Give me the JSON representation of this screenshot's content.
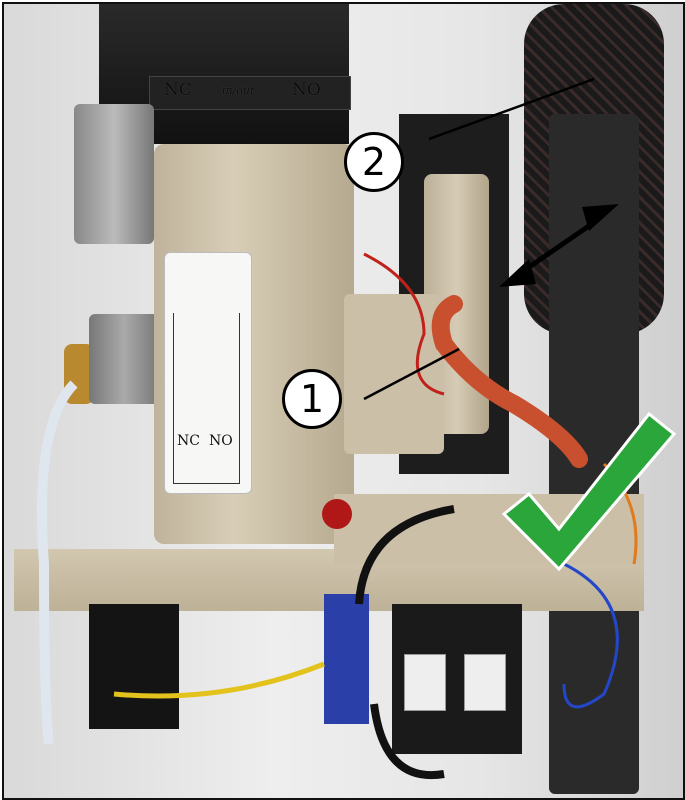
{
  "valve_label": {
    "nc": "NC",
    "mid": "in/out",
    "no": "NO"
  },
  "sticker_label": {
    "nc": "NC",
    "no": "NO"
  },
  "callouts": [
    {
      "label": "1"
    },
    {
      "label": "2"
    }
  ],
  "colors": {
    "checkmark": "#2aa63a",
    "tubing_red": "#c8502f",
    "body_beige": "#cfc4ae"
  }
}
